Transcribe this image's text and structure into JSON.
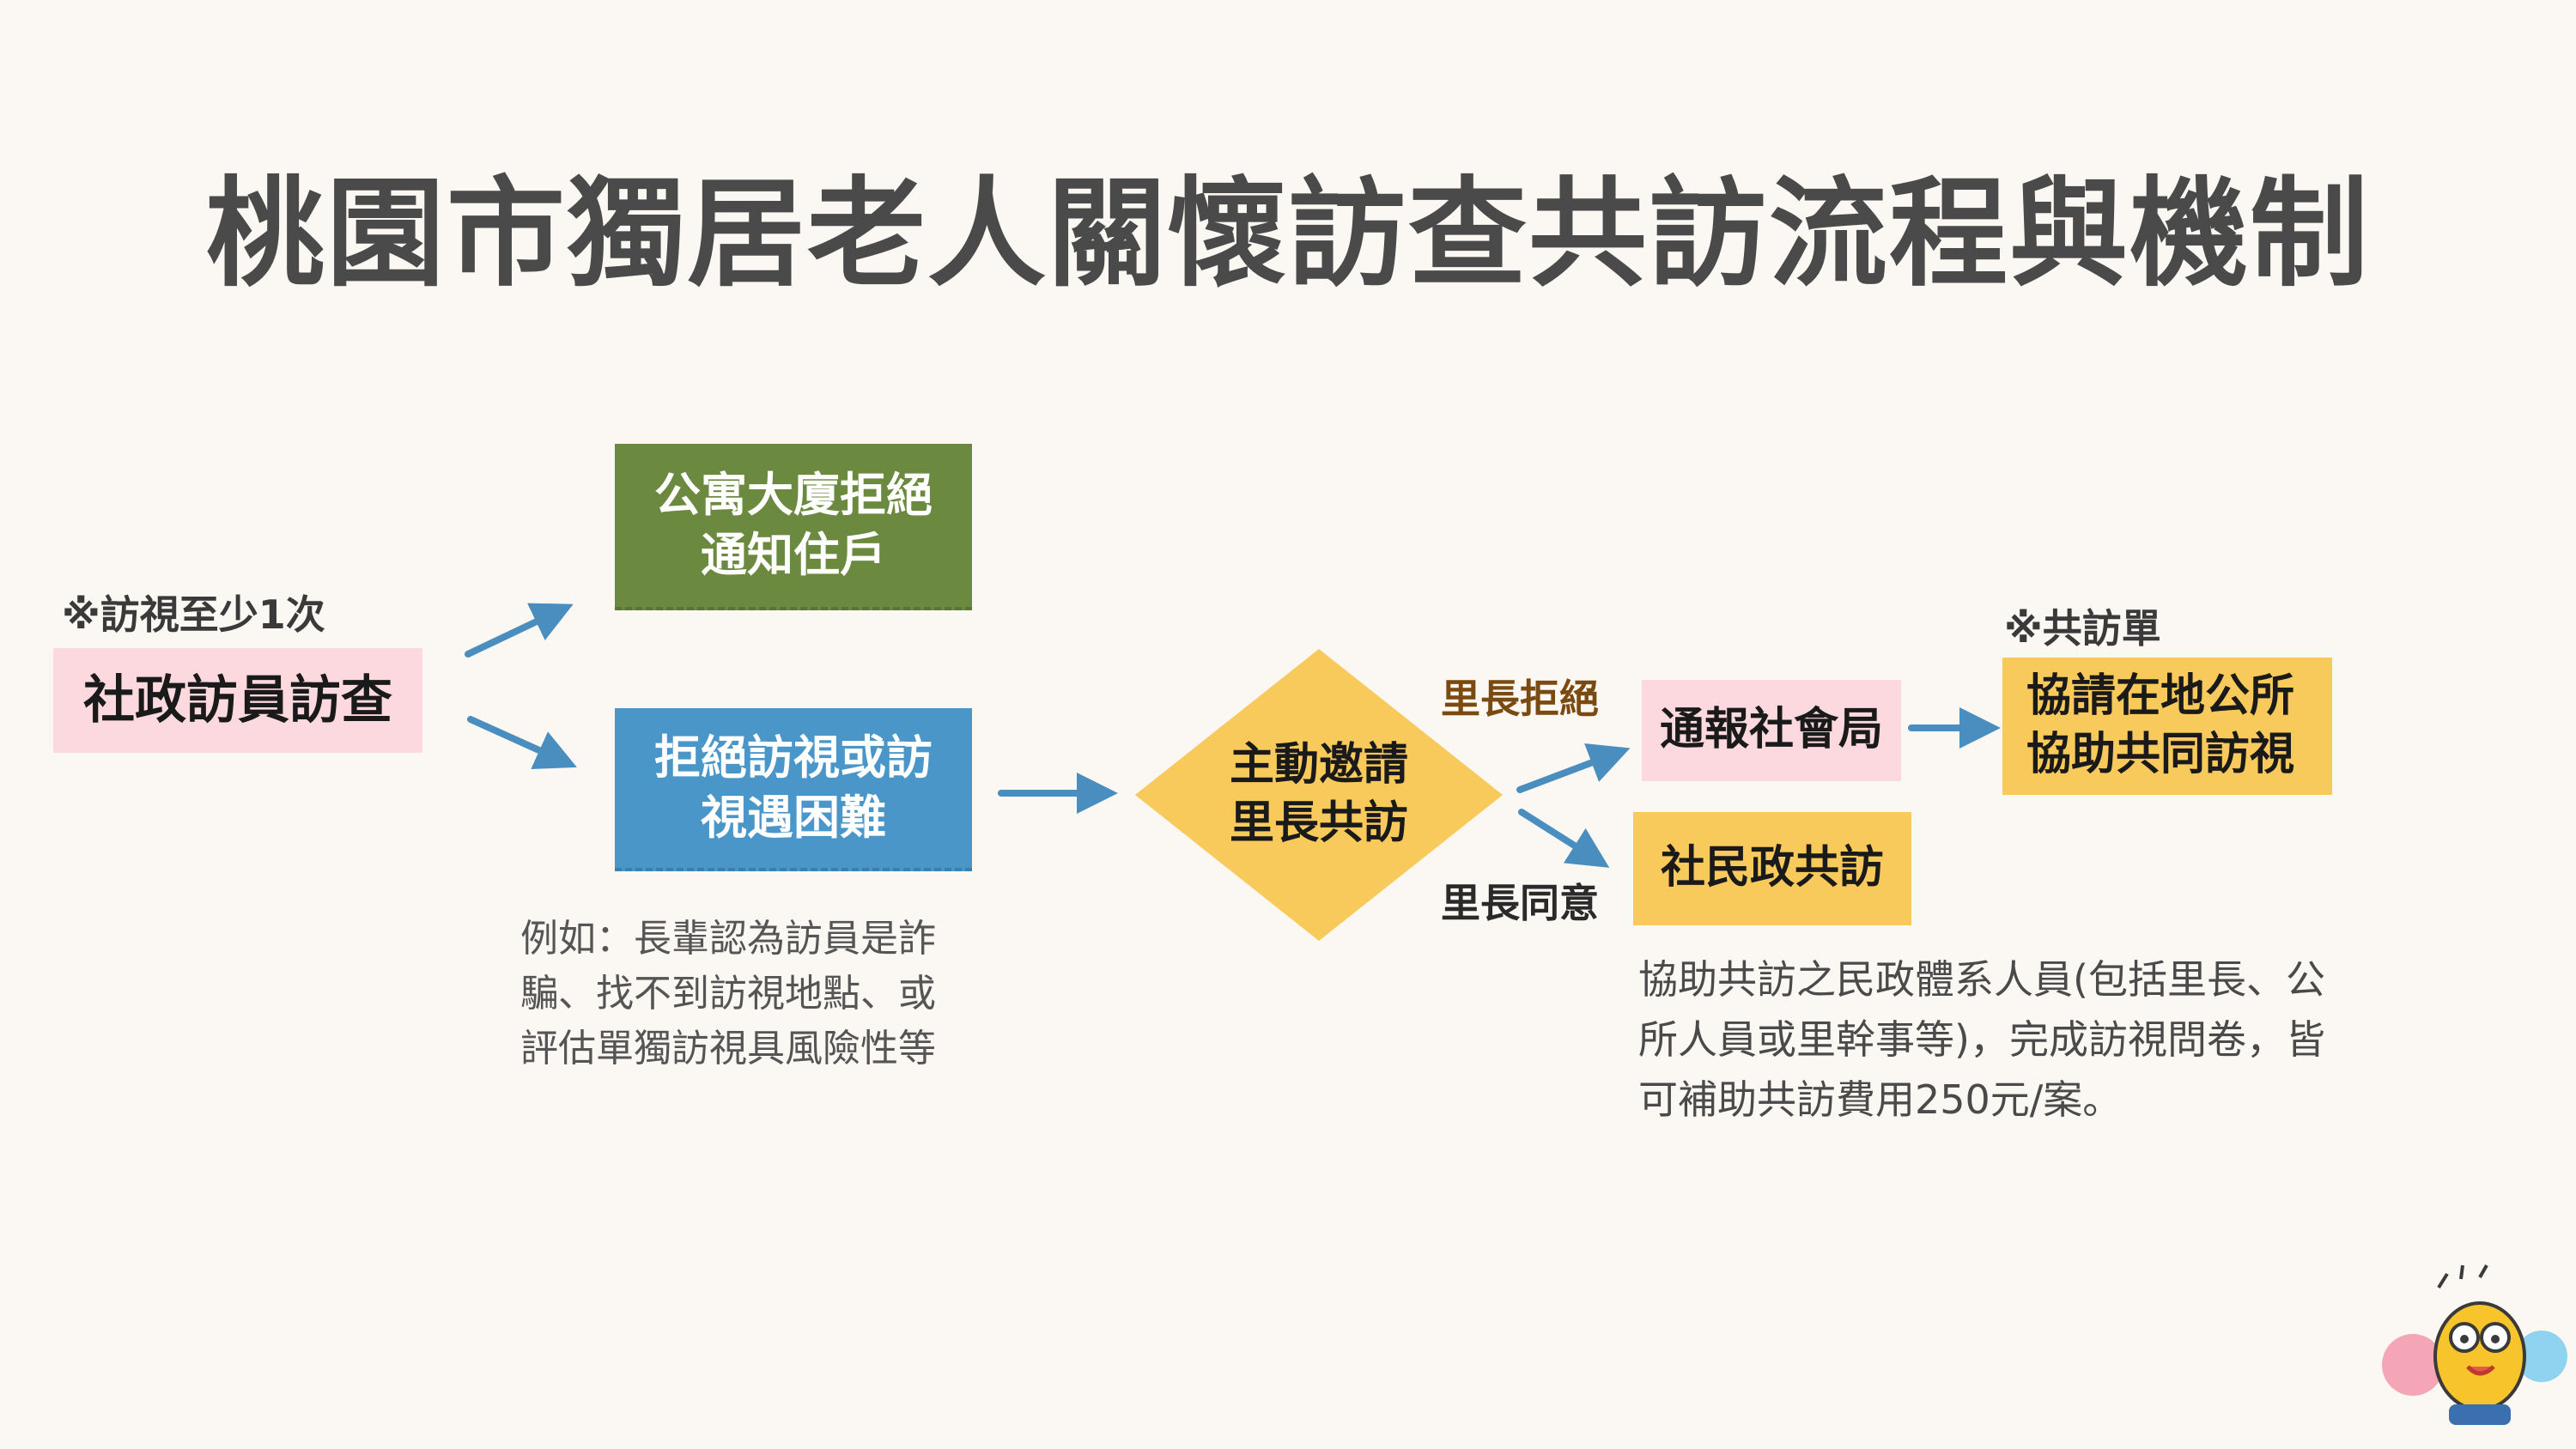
{
  "title": "桃園市獨居老人關懷訪查共訪流程與機制",
  "notes": {
    "visit_min": "※訪視至少1次",
    "coform": "※共訪單"
  },
  "nodes": {
    "start": "社政訪員訪查",
    "apartment_refuse": "公寓大廈拒絕\n通知住戶",
    "refuse_visit": "拒絕訪視或訪\n視遇困難",
    "invite_chief": "主動邀請\n里長共訪",
    "report_social": "通報社會局",
    "request_office": "協請在地公所\n協助共同訪視",
    "joint_visit": "社民政共訪"
  },
  "edge_labels": {
    "chief_refuse": "里長拒絕",
    "chief_agree": "里長同意"
  },
  "descriptions": {
    "example": "例如：長輩認為訪員是詐\n騙、找不到訪視地點、或\n評估單獨訪視具風險性等",
    "subsidy": "協助共訪之民政體系人員(包括里長、公\n所人員或里幹事等)，完成訪視問卷，皆\n可補助共訪費用250元/案。"
  },
  "colors": {
    "pink": "#fcd9df",
    "green": "#6b8a3f",
    "blue": "#4a96c9",
    "yellow": "#f8c95b",
    "arrow": "#4a8ec0",
    "label_brown": "#7a4a10"
  },
  "icons": {
    "mascot": "cheerleader-mascot-icon"
  }
}
